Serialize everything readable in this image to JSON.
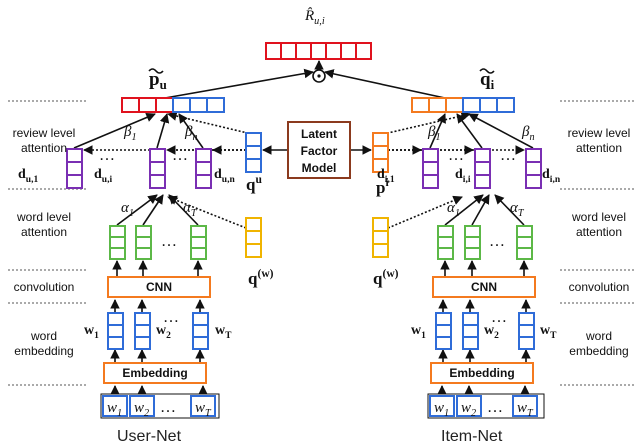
{
  "layer_labels": {
    "review_level_attention": [
      "review level",
      "attention"
    ],
    "word_level_attention": [
      "word level",
      "attention"
    ],
    "convolution": [
      "convolution"
    ],
    "word_embedding": [
      "word",
      "embedding"
    ]
  },
  "center": {
    "lfm": [
      "Latent",
      "Factor",
      "Model"
    ],
    "output": "R̂",
    "output_sub": "u,i",
    "dot": "⊙"
  },
  "user_net": {
    "name": "User-Net",
    "p_tilde": "p",
    "p_tilde_sub": "u",
    "q_review": "q",
    "q_review_sup": "u",
    "q_word": "q",
    "q_word_sup": "(w)",
    "d_labels": [
      {
        "base": "d",
        "sub": "u,1"
      },
      {
        "base": "d",
        "sub": "u,i"
      },
      {
        "base": "d",
        "sub": "u,n"
      }
    ],
    "beta": [
      {
        "base": "β",
        "sub": "1"
      },
      {
        "base": "β",
        "sub": "n"
      }
    ],
    "alpha": [
      {
        "base": "α",
        "sub": "1"
      },
      {
        "base": "α",
        "sub": "T"
      }
    ],
    "cnn": "CNN",
    "embedding": "Embedding",
    "w_vec": [
      {
        "base": "w",
        "sub": "1"
      },
      {
        "base": "w",
        "sub": "2"
      },
      {
        "base": "w",
        "sub": "T"
      }
    ],
    "w_in": [
      {
        "base": "w",
        "sub": "1"
      },
      {
        "base": "w",
        "sub": "2"
      },
      {
        "base": "w",
        "sub": "T"
      }
    ],
    "ellipsis": "…"
  },
  "item_net": {
    "name": "Item-Net",
    "q_tilde": "q",
    "q_tilde_sub": "i",
    "p_review": "p",
    "p_review_sup": "i",
    "q_word": "q",
    "q_word_sup": "(w)",
    "d_labels": [
      {
        "base": "d",
        "sub": "i,1"
      },
      {
        "base": "d",
        "sub": "i,i"
      },
      {
        "base": "d",
        "sub": "i,n"
      }
    ],
    "beta": [
      {
        "base": "β",
        "sub": "1"
      },
      {
        "base": "β",
        "sub": "n"
      }
    ],
    "alpha": [
      {
        "base": "α",
        "sub": "1"
      },
      {
        "base": "α",
        "sub": "T"
      }
    ],
    "cnn": "CNN",
    "embedding": "Embedding",
    "w_vec": [
      {
        "base": "w",
        "sub": "1"
      },
      {
        "base": "w",
        "sub": "2"
      },
      {
        "base": "w",
        "sub": "T"
      }
    ],
    "w_in": [
      {
        "base": "w",
        "sub": "1"
      },
      {
        "base": "w",
        "sub": "2"
      },
      {
        "base": "w",
        "sub": "T"
      }
    ],
    "ellipsis": "…"
  },
  "colors": {
    "red": "#e0121e",
    "blue": "#2f6cd8",
    "purple": "#7a2fb3",
    "green": "#5cb847",
    "orange": "#f47a1f",
    "yellow": "#f0b400",
    "lfm_border": "#8b3a1e",
    "line": "#111111"
  }
}
